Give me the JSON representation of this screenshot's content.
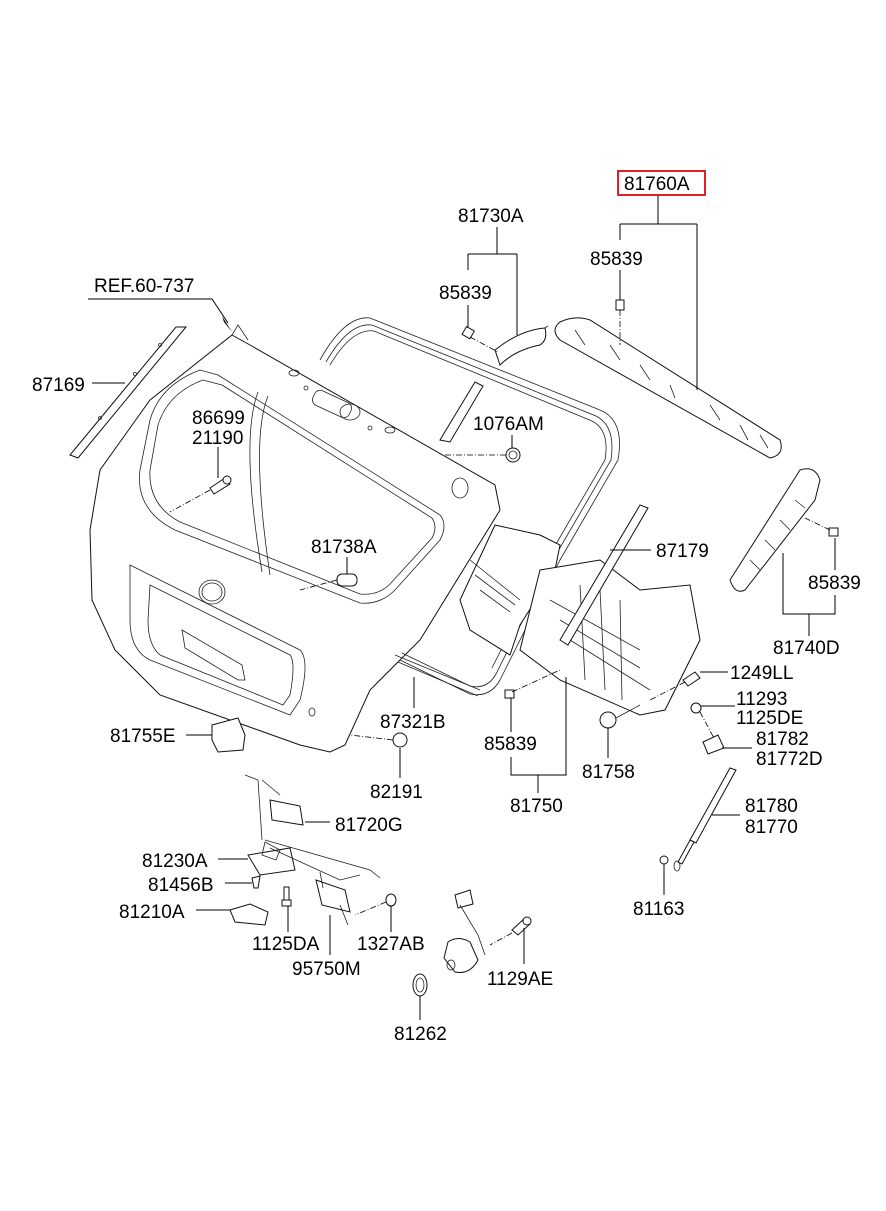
{
  "diagram": {
    "title": "Tail Gate Parts Diagram",
    "highlight_color": "#e0202a",
    "highlighted_part": "81760A",
    "labels": {
      "ref": "REF.60-737",
      "p87169": "87169",
      "p86699": "86699",
      "p21190": "21190",
      "p81730A": "81730A",
      "p85839_a": "85839",
      "p81760A": "81760A",
      "p85839_b": "85839",
      "p1076AM": "1076AM",
      "p81738A": "81738A",
      "p87179": "87179",
      "p85839_c": "85839",
      "p81740D": "81740D",
      "p1249LL": "1249LL",
      "p11293": "11293",
      "p1125DE": "1125DE",
      "p81782": "81782",
      "p81772D": "81772D",
      "p87321B": "87321B",
      "p81755E": "81755E",
      "p82191": "82191",
      "p85839_d": "85839",
      "p81758": "81758",
      "p81750": "81750",
      "p81780": "81780",
      "p81770": "81770",
      "p81720G": "81720G",
      "p81230A": "81230A",
      "p81456B": "81456B",
      "p81210A": "81210A",
      "p1125DA": "1125DA",
      "p95750M": "95750M",
      "p1327AB": "1327AB",
      "p1129AE": "1129AE",
      "p81163": "81163",
      "p81262": "81262"
    }
  }
}
